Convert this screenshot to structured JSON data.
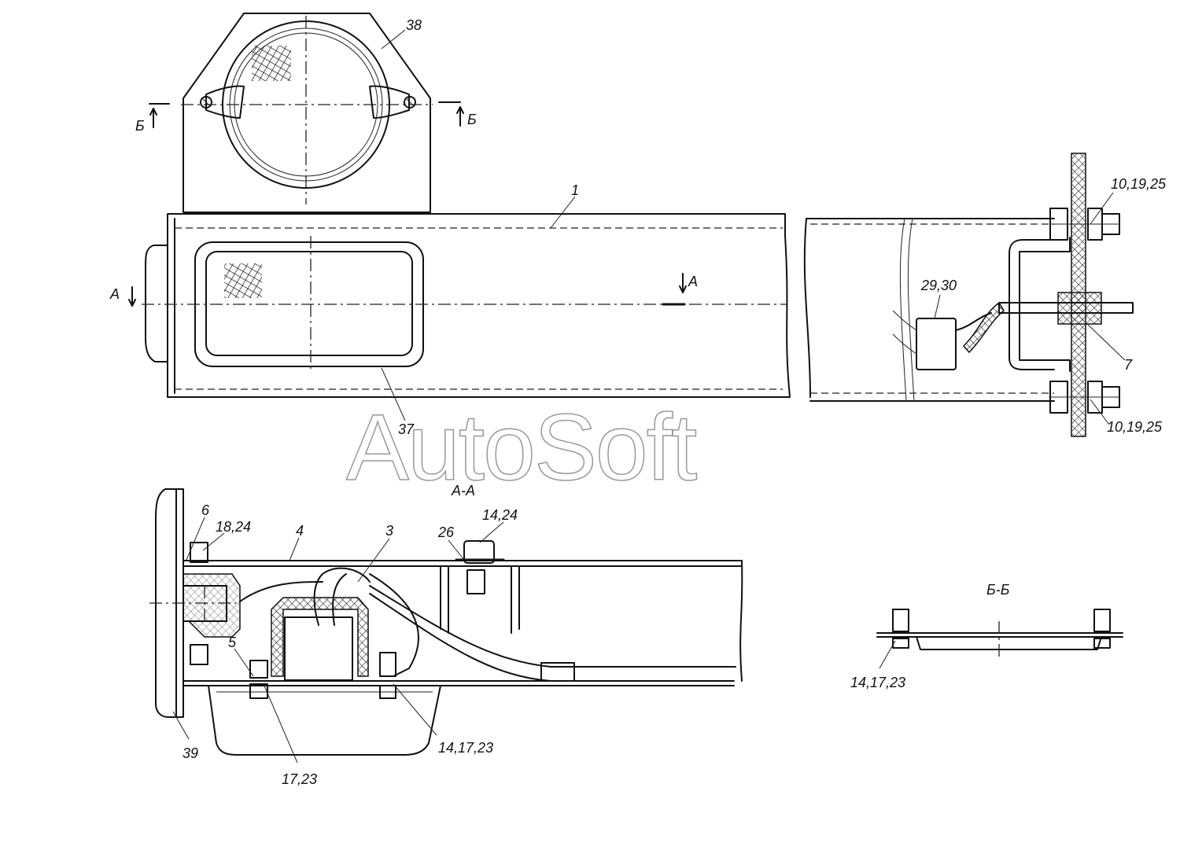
{
  "watermark": "AutoSoft",
  "callouts": {
    "c38": "38",
    "c1": "1",
    "c37": "37",
    "c10_19_25_top": "10,19,25",
    "c10_19_25_bottom": "10,19,25",
    "c29_30": "29,30",
    "c7": "7",
    "c6": "6",
    "c18_24": "18,24",
    "c4": "4",
    "c3": "3",
    "c26": "26",
    "c14_24": "14,24",
    "c5": "5",
    "c39": "39",
    "c17_23": "17,23",
    "c14_17_23_section": "14,17,23",
    "c14_17_23_bb": "14,17,23"
  },
  "section_marks": {
    "b_left": "Б",
    "b_right": "Б",
    "a_left": "А",
    "a_right": "А"
  },
  "section_titles": {
    "aa": "А-А",
    "bb": "Б-Б"
  }
}
